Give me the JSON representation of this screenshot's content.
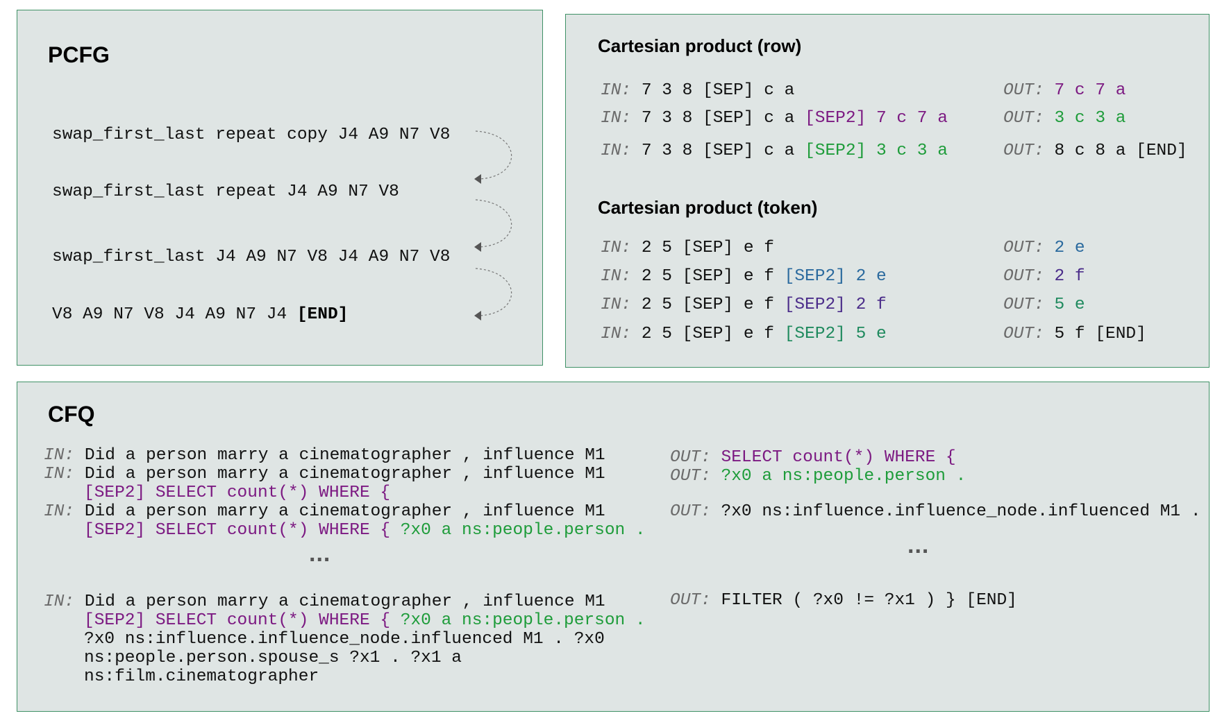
{
  "pcfg": {
    "title": "PCFG",
    "lines": [
      "swap_first_last repeat copy J4 A9 N7 V8",
      "swap_first_last repeat J4 A9 N7 V8",
      "swap_first_last J4 A9 N7 V8 J4 A9 N7 V8",
      "V8 A9 N7 V8 J4 A9 N7 J4 "
    ],
    "end_token": "[END]"
  },
  "cartesian_row": {
    "title": "Cartesian product (row)",
    "label_in": "IN:",
    "label_out": "OUT:",
    "rows": [
      {
        "in": "7 3 8 [SEP] c a",
        "in_sep2": "",
        "in_rest": "",
        "out": "7 c 7 a"
      },
      {
        "in": "7 3 8 [SEP] c a ",
        "in_sep2": "[SEP2] 7 c 7 a",
        "in_rest": "",
        "out": "3 c 3 a"
      },
      {
        "in": "7 3 8 [SEP] c a ",
        "in_sep2": "[SEP2] 3 c 3 a",
        "in_rest": "",
        "out": "8 c 8 a [END]"
      }
    ]
  },
  "cartesian_token": {
    "title": "Cartesian product (token)",
    "rows": [
      {
        "in": "2 5 [SEP] e f",
        "in_sep2": "",
        "out": "2 e"
      },
      {
        "in": "2 5 [SEP] e f ",
        "in_sep2": "[SEP2] 2 e",
        "out": "2 f"
      },
      {
        "in": "2 5 [SEP] e f ",
        "in_sep2": "[SEP2] 2 f",
        "out": "5 e"
      },
      {
        "in": "2 5 [SEP] e f ",
        "in_sep2": "[SEP2] 5 e",
        "out": "5 f [END]"
      }
    ]
  },
  "cfq": {
    "title": "CFQ",
    "label_in": "IN:",
    "label_out": "OUT:",
    "question": "Did a person marry a cinematographer , influence M1",
    "sep2_select": "[SEP2] SELECT count(*) WHERE {",
    "person_clause": " ?x0 a ns:people.person .",
    "last_line3": "?x0 ns:influence.influence_node.influenced M1 . ?x0",
    "last_line4": "ns:people.person.spouse_s ?x1 . ?x1 a",
    "last_line5": "ns:film.cinematographer",
    "out1": "SELECT count(*) WHERE {",
    "out2": "?x0 a ns:people.person .",
    "out3": "?x0 ns:influence.influence_node.influenced M1 .",
    "out4": "FILTER ( ?x0 != ?x1 ) } [END]",
    "ellipsis": "..."
  }
}
